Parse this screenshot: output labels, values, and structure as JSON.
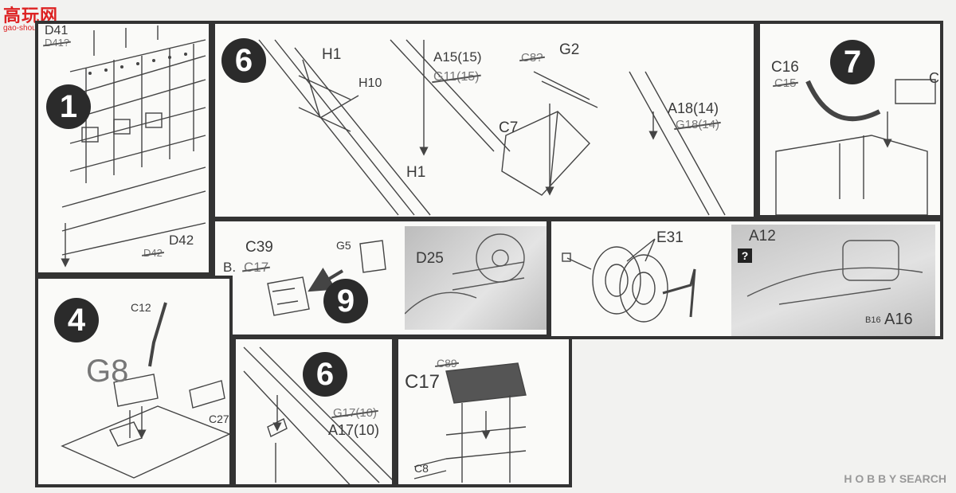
{
  "logo": {
    "text": "高玩网",
    "subtext": "gao-shou.com"
  },
  "watermark": "H O B B Y SEARCH",
  "panel1": {
    "step": "1",
    "labels": {
      "d41": "D41",
      "d42": "D42",
      "d42_top": "D42",
      "d41_strike": "D41?"
    }
  },
  "panel6a": {
    "step": "6",
    "labels": {
      "h1": "H1",
      "h10": "H10",
      "h1b": "H1",
      "a15": "A15(15)",
      "g11": "G11(15)",
      "g2": "G2",
      "g2_strike": "C8?",
      "c7": "C7",
      "a18": "A18(14)",
      "g18": "G18(14)"
    }
  },
  "panel7": {
    "step": "7",
    "labels": {
      "c16": "C16",
      "c15": "C15",
      "c": "C"
    }
  },
  "panel9": {
    "step": "9",
    "labels": {
      "c39": "C39",
      "b": "B.",
      "c17": "C17",
      "g5": "G5",
      "d25": "D25"
    }
  },
  "panel_wheels": {
    "labels": {
      "e31": "E31",
      "a12": "A12",
      "a16": "A16",
      "b16": "B16",
      "q": "?"
    }
  },
  "panel4": {
    "step": "4",
    "labels": {
      "c12": "C12",
      "g8": "G8",
      "c27": "C27"
    }
  },
  "panel6b": {
    "step": "6",
    "labels": {
      "g17": "G17(10)",
      "a17": "A17(10)"
    }
  },
  "panel_c17": {
    "labels": {
      "c17": "C17",
      "c89": "C89",
      "c8": "C8"
    }
  }
}
